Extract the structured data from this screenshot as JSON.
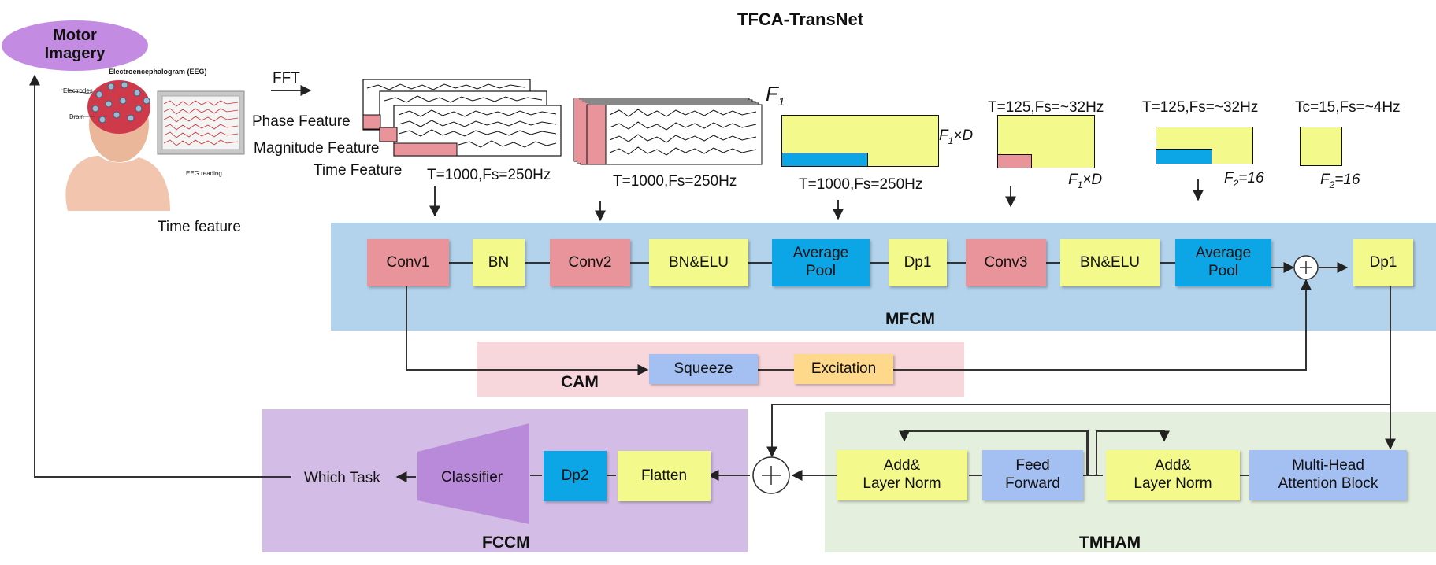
{
  "title": "TFCA-TransNet",
  "motor_imagery": "Motor\nImagery",
  "eeg": {
    "header": "Electroencephalogram (EEG)",
    "electrodes": "Electrodes",
    "brain": "Brain",
    "reading": "EEG reading",
    "time_feature": "Time feature"
  },
  "fft": "FFT",
  "inputs": {
    "phase": "Phase Feature",
    "magnitude": "Magnitude Feature",
    "time": "Time Feature"
  },
  "f1_label": "F",
  "f1_sub": "1",
  "dims": {
    "d1": "T=1000,Fs=250Hz",
    "d2": "T=1000,Fs=250Hz",
    "d3": "T=1000,Fs=250Hz",
    "d4": "T=125,Fs=~32Hz",
    "d5": "T=125,Fs=~32Hz",
    "d6": "Tc=15,Fs=~4Hz",
    "f1d_a_pre": "F",
    "f1d_a_sub": "1",
    "f1d_a_post": "×D",
    "f1d_b_pre": "F",
    "f1d_b_sub": "1",
    "f1d_b_post": "×D",
    "f2_a_pre": "F",
    "f2_a_sub": "2",
    "f2_a_post": "=16",
    "f2_b_pre": "F",
    "f2_b_sub": "2",
    "f2_b_post": "=16"
  },
  "mfcm": {
    "label": "MFCM",
    "blocks": [
      "Conv1",
      "BN",
      "Conv2",
      "BN&ELU",
      "Average\nPool",
      "Dp1",
      "Conv3",
      "BN&ELU",
      "Average\nPool",
      "Dp1"
    ]
  },
  "cam": {
    "label": "CAM",
    "squeeze": "Squeeze",
    "excitation": "Excitation"
  },
  "tmham": {
    "label": "TMHAM",
    "addnorm1": "Add&\nLayer Norm",
    "feedforward": "Feed\nForward",
    "addnorm2": "Add&\nLayer Norm",
    "mha": "Multi-Head\nAttention Block"
  },
  "fccm": {
    "label": "FCCM",
    "flatten": "Flatten",
    "dp2": "Dp2",
    "classifier": "Classifier",
    "which_task": "Which Task"
  },
  "plus_symbol": "+",
  "colors": {
    "mfcm_bg": "#b3d3ec",
    "cam_bg": "#f7d6dc",
    "tmham_bg": "#e4efdd",
    "fccm_bg": "#d3bde6",
    "conv": "#e8949a",
    "norm": "#f3f98a",
    "pool": "#0ca5e6",
    "squeeze": "#a4bff1",
    "excitation": "#fed98c",
    "classifier": "#b98ad9",
    "motor": "#c48be3"
  }
}
